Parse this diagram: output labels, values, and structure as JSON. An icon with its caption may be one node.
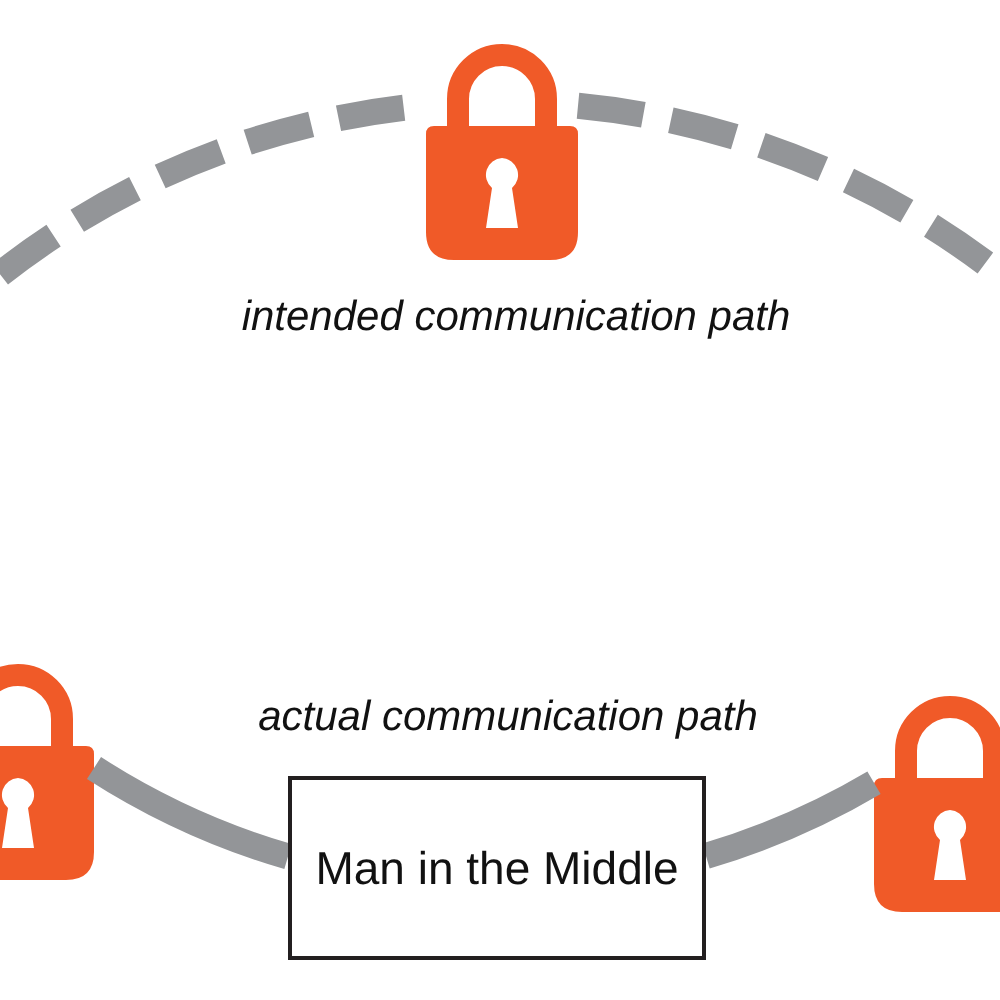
{
  "diagram": {
    "nodes": [
      {
        "text": [],
        "shape": "padlock"
      },
      {
        "text": [],
        "shape": "padlock"
      },
      {
        "text": [
          "Man in the Middle"
        ]
      },
      {
        "text": [],
        "shape": "padlock"
      }
    ],
    "edges": [
      {
        "from": null,
        "to": 0,
        "arrow": "none",
        "style": "dashed"
      },
      {
        "from": 0,
        "to": null,
        "arrow": "none",
        "style": "dashed"
      },
      {
        "from": 1,
        "to": 2,
        "arrow": "none"
      },
      {
        "from": 2,
        "to": 3,
        "arrow": "none"
      }
    ],
    "labels": [
      "intended communication path",
      "actual communication path"
    ]
  }
}
